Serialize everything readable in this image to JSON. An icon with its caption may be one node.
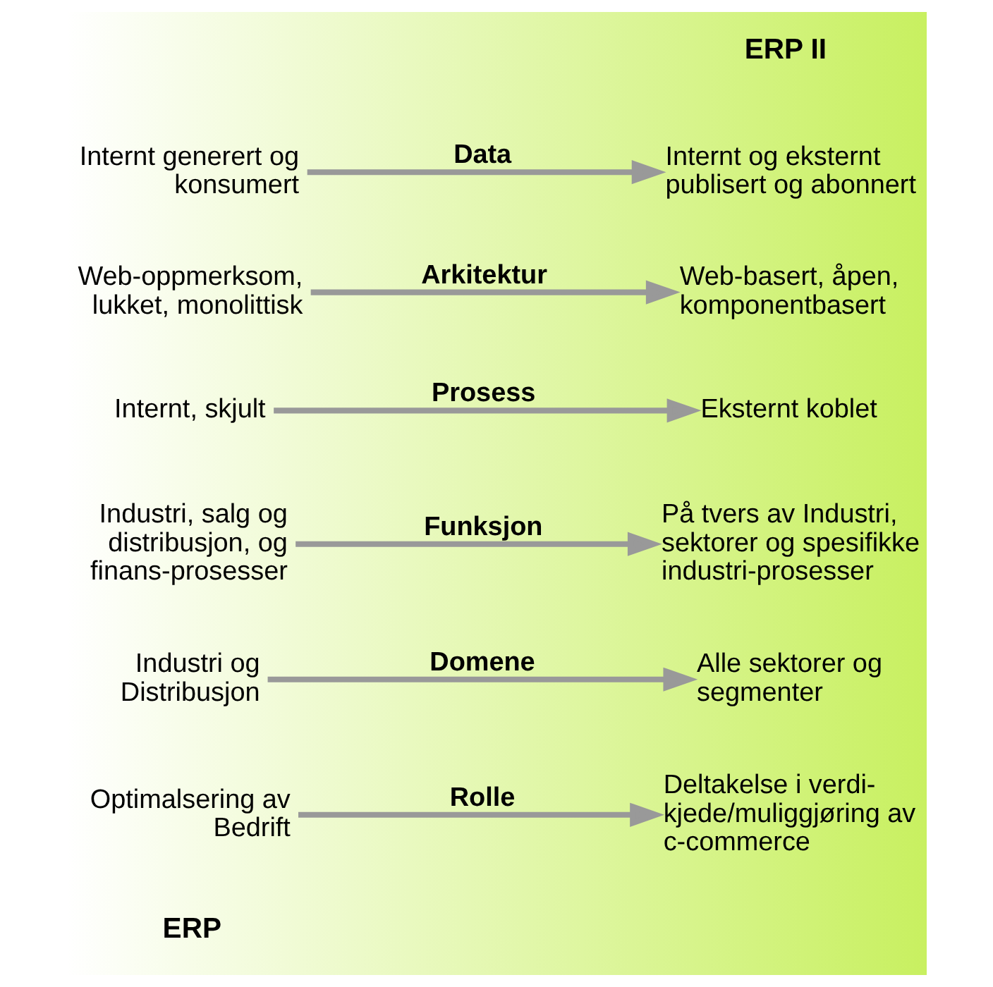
{
  "diagram": {
    "nodes": [
      {
        "text": [
          "Optimalsering av Bedrift"
        ]
      },
      {
        "text": [
          "Deltakelse i verdi-kjede/muliggjøring av c-commerce"
        ]
      },
      {
        "text": [
          "Industri og Distribusjon"
        ]
      },
      {
        "text": [
          "Alle sektorer og segmenter"
        ]
      },
      {
        "text": [
          "Industri, salg og distribusjon, og finans-prosesser"
        ]
      },
      {
        "text": [
          "På tvers av Industri, sektorer og spesifikke industri-prosesser"
        ]
      },
      {
        "text": [
          "Internt, skjult"
        ]
      },
      {
        "text": [
          "Eksternt koblet"
        ]
      },
      {
        "text": [
          "Web-oppmerksom, lukket, monolittisk"
        ]
      },
      {
        "text": [
          "Web-basert, åpen, komponentbasert"
        ]
      },
      {
        "text": [
          "Internt generert og konsumert"
        ]
      },
      {
        "text": [
          "Internt og eksternt publisert og abonnert"
        ]
      }
    ],
    "edges": [
      {
        "from": 0,
        "to": 1,
        "arrow": "to",
        "label": "Rolle"
      },
      {
        "from": 2,
        "to": 3,
        "arrow": "to",
        "label": "Domene"
      },
      {
        "from": 4,
        "to": 5,
        "arrow": "to",
        "label": "Funksjon"
      },
      {
        "from": 6,
        "to": 7,
        "arrow": "to",
        "label": "Prosess"
      },
      {
        "from": 8,
        "to": 9,
        "arrow": "to",
        "label": "Arkitektur"
      },
      {
        "from": 10,
        "to": 11,
        "arrow": "to",
        "label": "Data"
      }
    ],
    "labels": [
      "ERP",
      "ERP II"
    ]
  }
}
